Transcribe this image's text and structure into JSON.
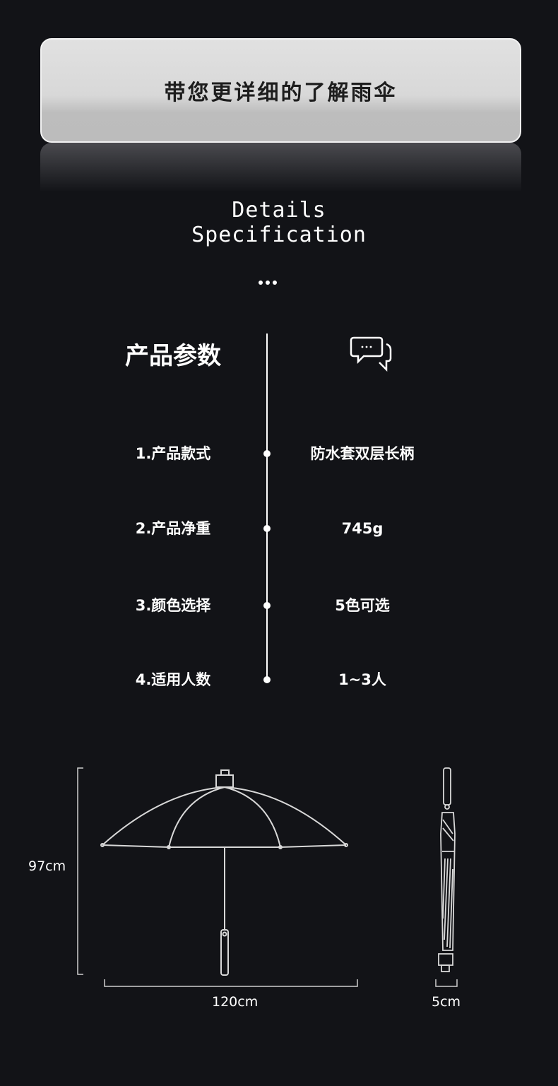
{
  "banner": {
    "title": "带您更详细的了解雨伞"
  },
  "section": {
    "title_line1": "Details",
    "title_line2": "Specification"
  },
  "params": {
    "heading": "产品参数",
    "icon": "chat-bubbles-icon",
    "rows": [
      {
        "label": "1.产品款式",
        "value": "防水套双层长柄"
      },
      {
        "label": "2.产品净重",
        "value": "745g"
      },
      {
        "label": "3.颜色选择",
        "value": "5色可选"
      },
      {
        "label": "4.适用人数",
        "value": "1~3人"
      }
    ]
  },
  "dimensions": {
    "height": "97cm",
    "width": "120cm",
    "folded_width": "5cm"
  }
}
